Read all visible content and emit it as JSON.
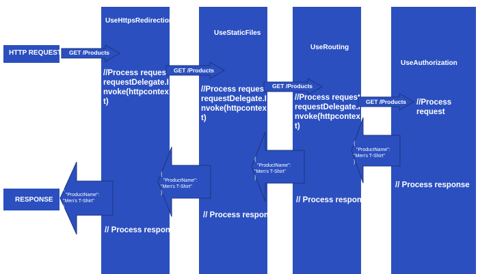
{
  "colors": {
    "block": "#2b4fbf",
    "arrow": "#2b4fbf",
    "text": "#ffffff",
    "background": "#ffffff"
  },
  "http_request": "HTTP REQUEST",
  "response": "RESPONSE",
  "request_label": "GET /Products",
  "middlewares": [
    {
      "name": "UseHttpsRedirection",
      "request_code": "//Process request requestDelegate.Invoke(httpcontext)",
      "response_code": "// Process response"
    },
    {
      "name": "UseStaticFiles",
      "request_code": "//Process request requestDelegate.Invoke(httpcontext)",
      "response_code": "// Process response"
    },
    {
      "name": "UseRouting",
      "request_code": "//Process request requestDelegate.Invoke(httpcontext)",
      "response_code": "// Process response"
    },
    {
      "name": "UseAuthorization",
      "request_code": "//Process request",
      "response_code": "// Process response"
    }
  ],
  "response_body": "{\n  \"ProductName\":\n\"Men's T-Shirt\"\n}"
}
